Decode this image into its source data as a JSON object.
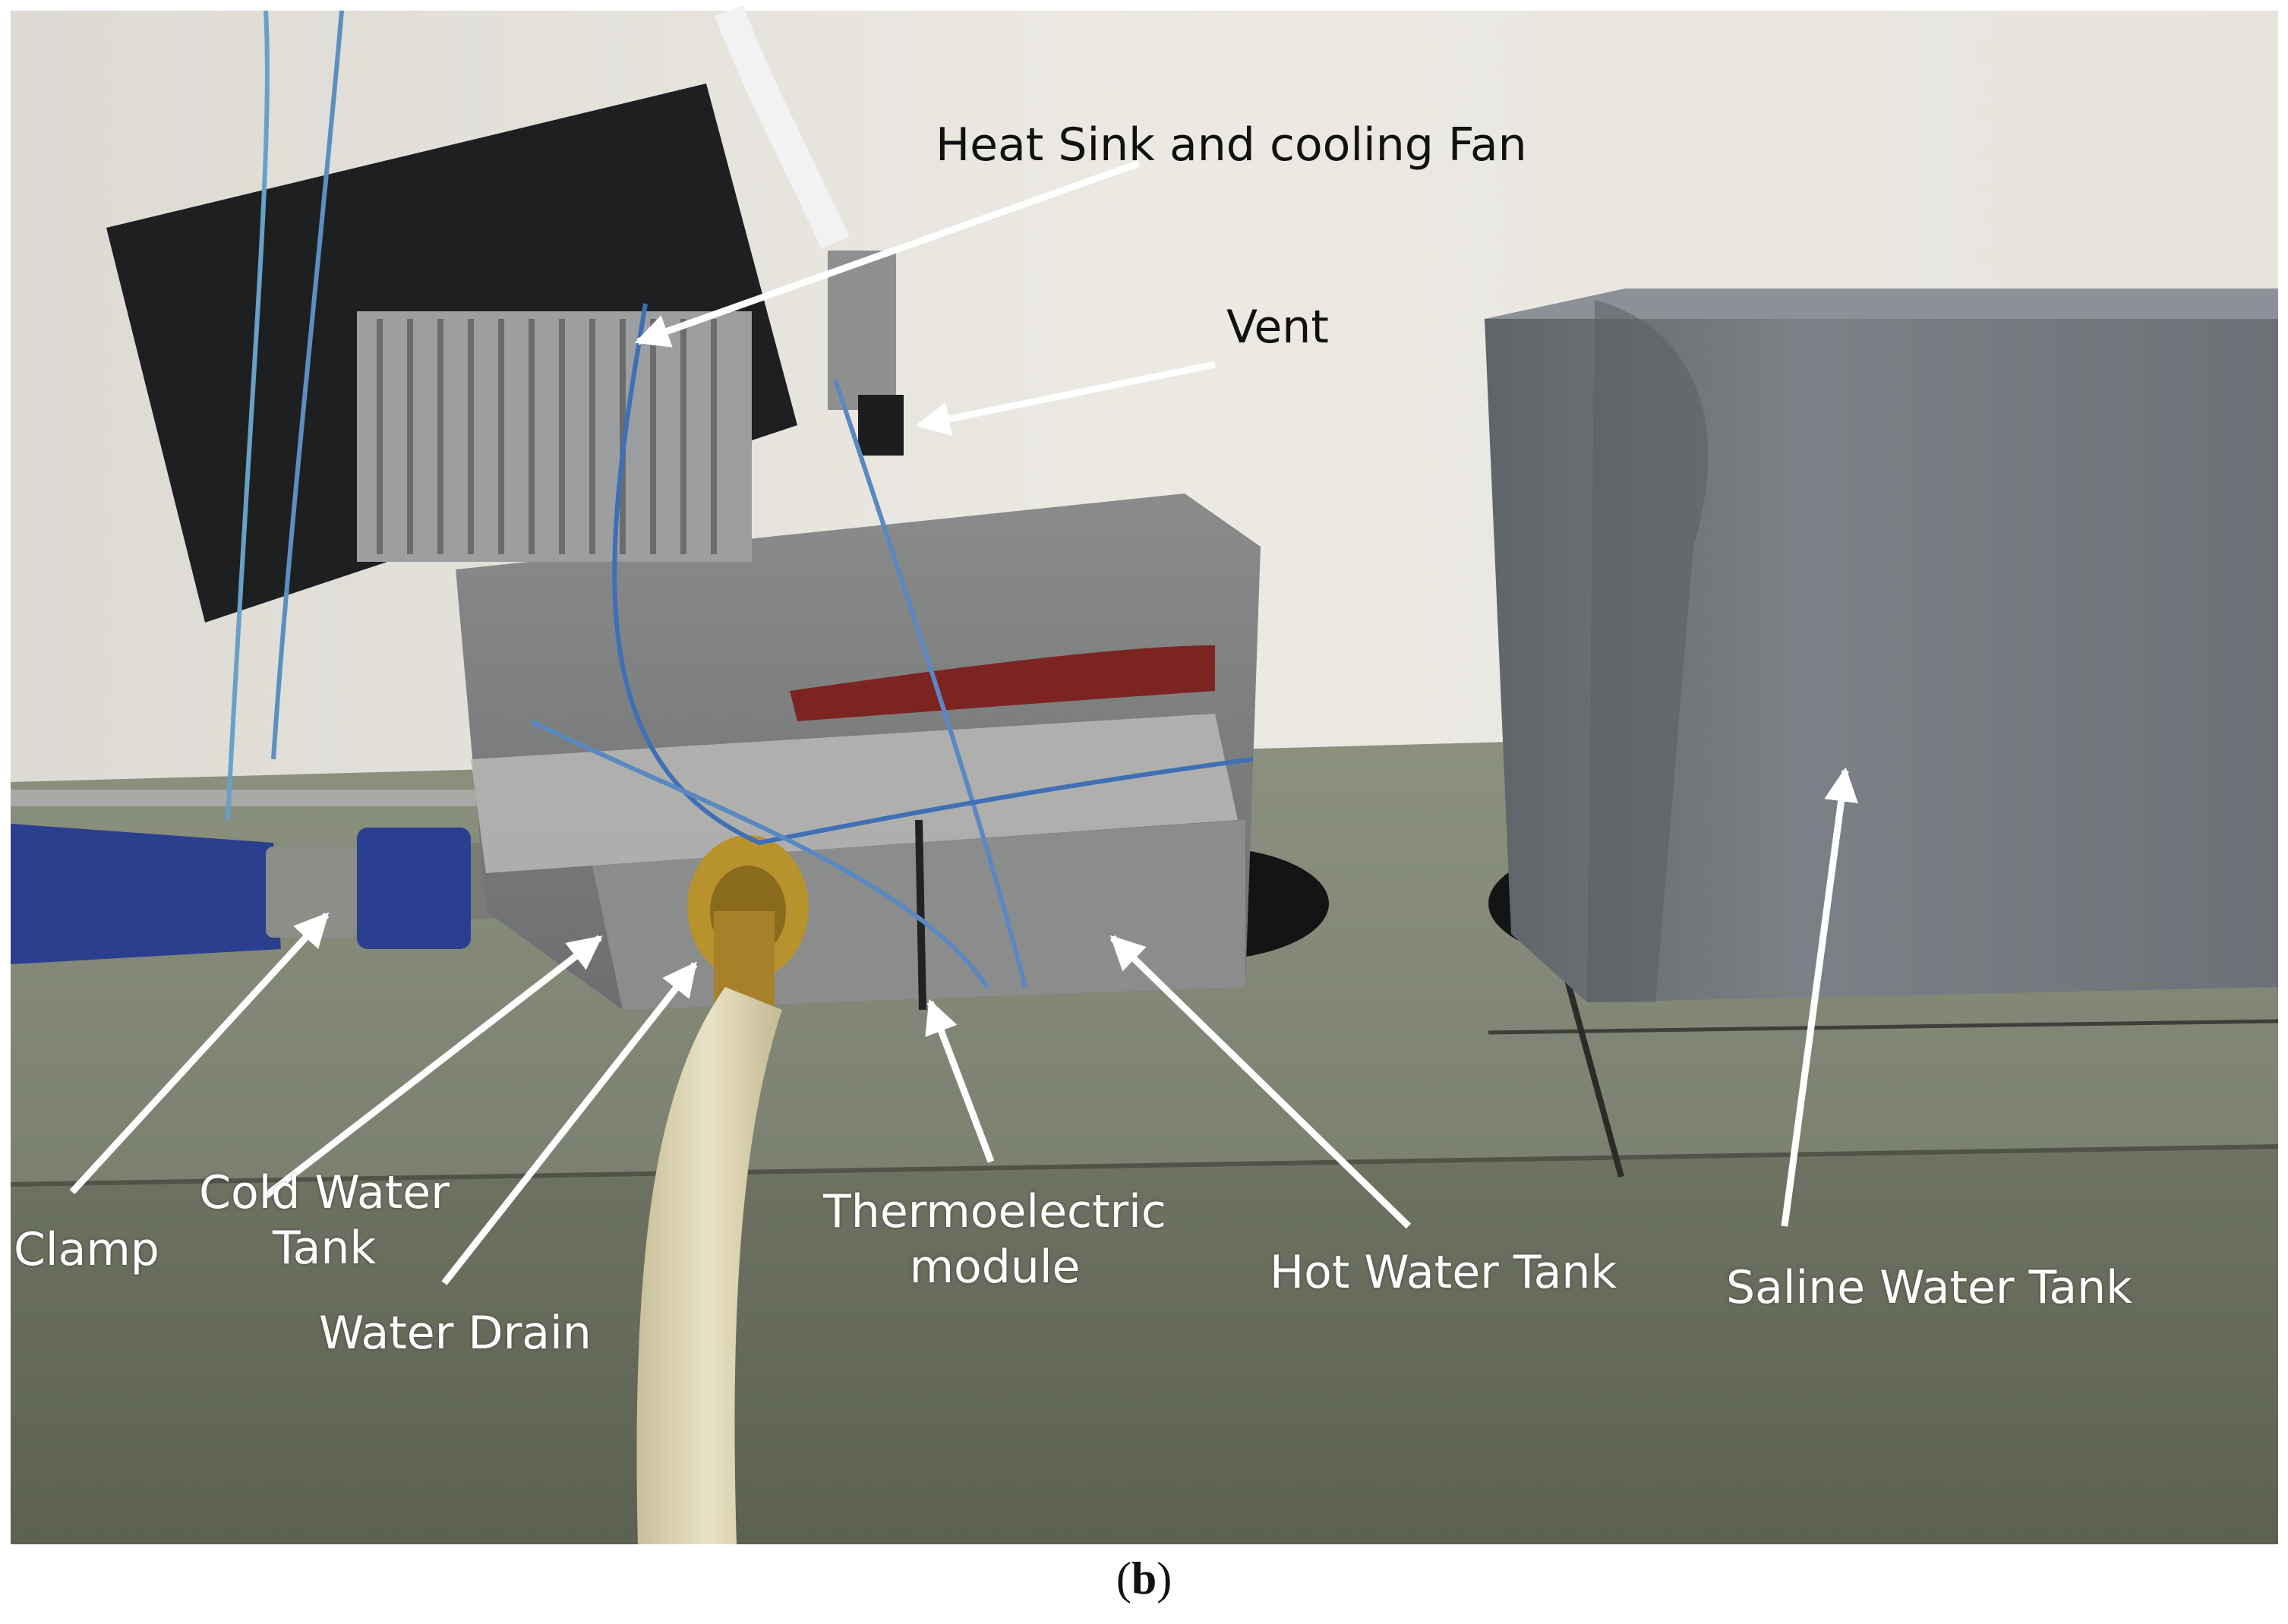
{
  "labels": {
    "heat_sink": "Heat Sink and cooling Fan",
    "vent": "Vent",
    "clamp": "Clamp",
    "cold_tank_line1": "Cold Water",
    "cold_tank_line2": "Tank",
    "water_drain": "Water Drain",
    "te_line1": "Thermoelectric",
    "te_line2": "module",
    "hot_tank": "Hot Water Tank",
    "saline_tank": "Saline Water Tank"
  },
  "caption": {
    "open": "(",
    "letter": "b",
    "close": ")"
  },
  "colors": {
    "wall": "#e4e2dc",
    "table": "#7f8472",
    "tank": "#6d7276",
    "label": "#ffffff",
    "clamp_blue": "#2a3f8f",
    "brass": "#b8922c"
  }
}
